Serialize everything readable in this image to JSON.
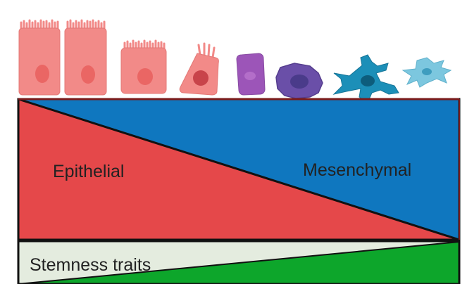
{
  "labels": {
    "epithelial": "Epithelial",
    "mesenchymal": "Mesenchymal",
    "stemness": "Stemness traits"
  },
  "colors": {
    "epithelial_red": "#e5484a",
    "mesenchymal_blue": "#0f77bf",
    "stemness_green": "#0da62b",
    "stemness_background": "#e4ecdf",
    "border_dark": "#111111",
    "bar_border": "#7a1b1b",
    "cell_pink": "#f28a88",
    "cell_purple": "#9c55b8",
    "cell_violet": "#6a4fa8",
    "cell_teal": "#1c8fb8",
    "cell_light_blue": "#7cc7df"
  },
  "cells": [
    {
      "name": "columnar-cell-1",
      "shape": "tall-rectangle-with-microvilli"
    },
    {
      "name": "columnar-cell-2",
      "shape": "tall-rectangle-with-microvilli"
    },
    {
      "name": "cuboidal-cell",
      "shape": "short-rectangle-with-microvilli"
    },
    {
      "name": "transitioning-cell",
      "shape": "trapezoid-with-few-microvilli"
    },
    {
      "name": "purple-cell",
      "shape": "rounded-rectangle"
    },
    {
      "name": "violet-cell",
      "shape": "irregular-polygon"
    },
    {
      "name": "mesenchymal-cell-dark",
      "shape": "stellate"
    },
    {
      "name": "mesenchymal-cell-light",
      "shape": "stellate"
    }
  ]
}
